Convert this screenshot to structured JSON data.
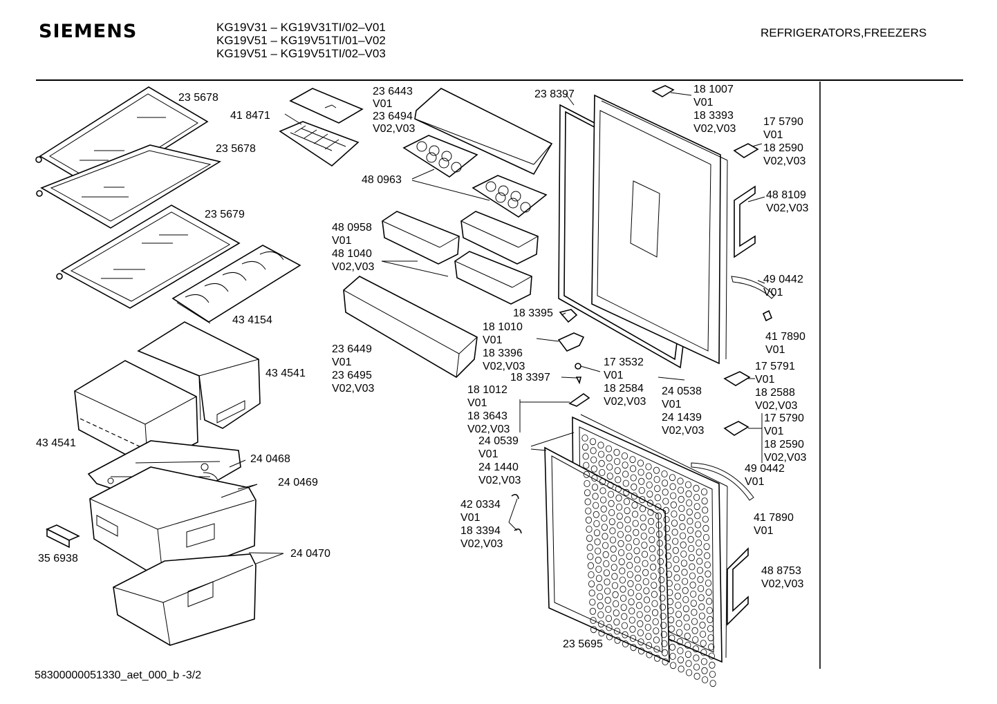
{
  "header": {
    "brand": "SIEMENS",
    "models": [
      "KG19V31 – KG19V31TI/02–V01",
      "KG19V51 – KG19V51TI/01–V02",
      "KG19V51 – KG19V51TI/02–V03"
    ],
    "category": "REFRIGERATORS,FREEZERS"
  },
  "footer": {
    "document_id": "58300000051330_aet_000_b  -3/2"
  },
  "labels": {
    "p235678a": "23 5678",
    "p235678b": "23 5678",
    "p418471": "41 8471",
    "p235679": "23 5679",
    "p434154": "43 4154",
    "p434541a": "43 4541",
    "p434541b": "43 4541",
    "p240468": "24 0468",
    "p240469": "24 0469",
    "p240470": "24 0470",
    "p356938": "35 6938",
    "p236443": [
      "23 6443",
      "V01",
      "23 6494",
      "V02,V03"
    ],
    "p480963": "48 0963",
    "p480958": [
      "48 0958",
      "V01",
      "48 1040",
      "V02,V03"
    ],
    "p236449": [
      "23 6449",
      "V01",
      "23 6495",
      "V02,V03"
    ],
    "p238397": "23 8397",
    "p181007": [
      "18 1007",
      "V01",
      "18 3393",
      "V02,V03"
    ],
    "p175790a": [
      "17 5790",
      "V01",
      "18 2590",
      "V02,V03"
    ],
    "p488109": [
      "48 8109",
      "V02,V03"
    ],
    "p490442a": [
      "49 0442",
      "V01"
    ],
    "p417890a": [
      "41 7890",
      "V01"
    ],
    "p183395": "18 3395",
    "p181010": [
      "18 1010",
      "V01",
      "18 3396",
      "V02,V03"
    ],
    "p173532": [
      "17 3532",
      "V01",
      "18 2584",
      "V02,V03"
    ],
    "p183397": "18 3397",
    "p240538": [
      "24 0538",
      "V01",
      "24 1439",
      "V02,V03"
    ],
    "p175791": [
      "17 5791",
      "V01",
      "18 2588",
      "V02,V03"
    ],
    "p181012": [
      "18 1012",
      "V01",
      "18 3643",
      "V02,V03"
    ],
    "p175790b": [
      "17 5790",
      "V01",
      "18 2590",
      "V02,V03"
    ],
    "p240539": [
      "24 0539",
      "V01",
      "24 1440",
      "V02,V03"
    ],
    "p490442b": [
      "49 0442",
      "V01"
    ],
    "p420334": [
      "42 0334",
      "V01",
      "18 3394",
      "V02,V03"
    ],
    "p417890b": [
      "41 7890",
      "V01"
    ],
    "p488753": [
      "48 8753",
      "V02,V03"
    ],
    "p235695": "23 5695"
  }
}
